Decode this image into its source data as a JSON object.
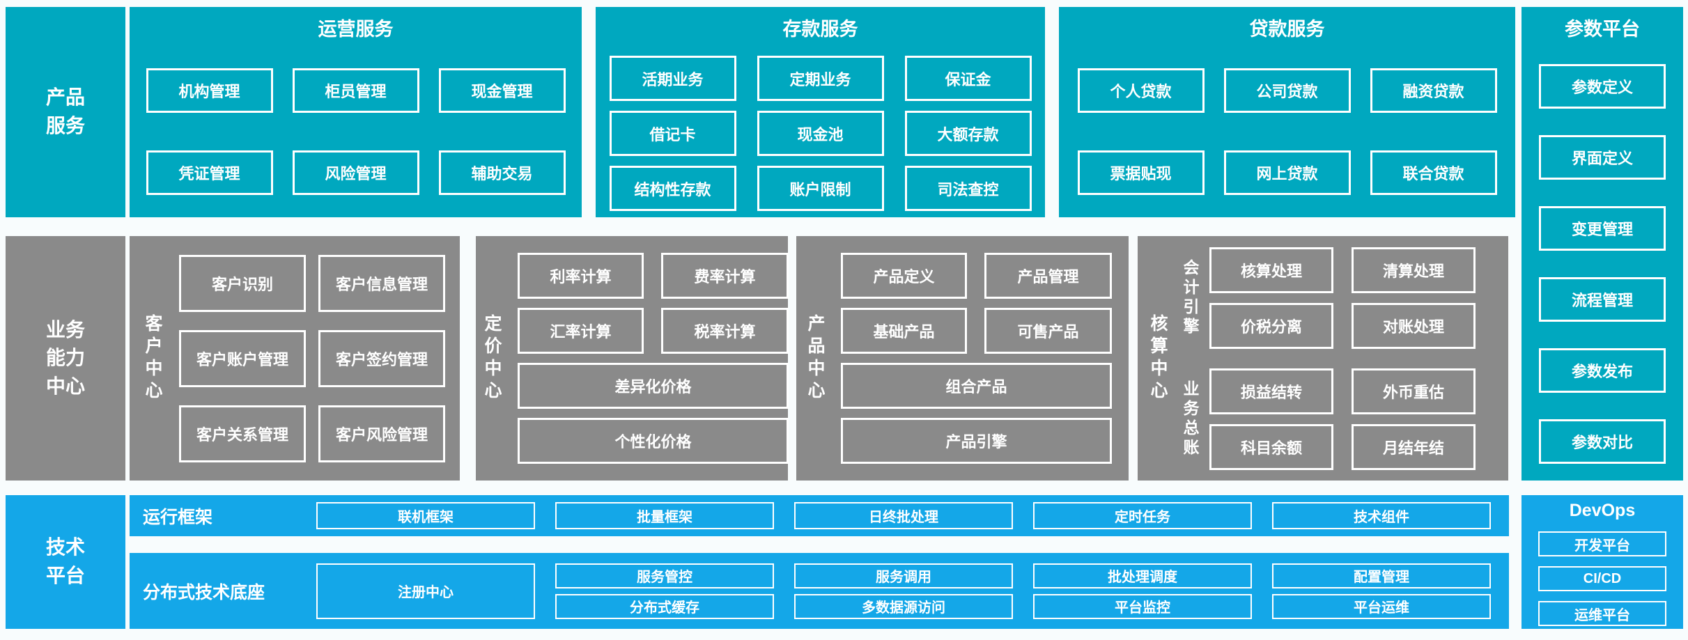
{
  "colors": {
    "teal": "#00a8bf",
    "gray": "#8a8a8a",
    "blue": "#14a7e8",
    "background": "#f8fcfd",
    "box_border": "#ffffff"
  },
  "left_rail": {
    "product_services": "产品\n服务",
    "business_capability": "业务\n能力\n中心",
    "tech_platform": "技术\n平台"
  },
  "top_row": {
    "operation": {
      "title": "运营服务",
      "boxes": [
        "机构管理",
        "柜员管理",
        "现金管理",
        "凭证管理",
        "风险管理",
        "辅助交易"
      ]
    },
    "deposit": {
      "title": "存款服务",
      "boxes": [
        "活期业务",
        "定期业务",
        "保证金",
        "借记卡",
        "现金池",
        "大额存款",
        "结构性存款",
        "账户限制",
        "司法查控"
      ]
    },
    "loan": {
      "title": "贷款服务",
      "boxes": [
        "个人贷款",
        "公司贷款",
        "融资贷款",
        "票据贴现",
        "网上贷款",
        "联合贷款"
      ]
    },
    "parameter": {
      "title": "参数平台",
      "boxes": [
        "参数定义",
        "界面定义",
        "变更管理",
        "流程管理",
        "参数发布",
        "参数对比"
      ]
    }
  },
  "middle_row": {
    "customer": {
      "label": "客户中心",
      "boxes": [
        "客户识别",
        "客户信息管理",
        "客户账户管理",
        "客户签约管理",
        "客户关系管理",
        "客户风险管理"
      ]
    },
    "pricing": {
      "label": "定价中心",
      "boxes": [
        "利率计算",
        "费率计算",
        "汇率计算",
        "税率计算"
      ],
      "wide_boxes": [
        "差异化价格",
        "个性化价格"
      ]
    },
    "product": {
      "label": "产品中心",
      "boxes": [
        "产品定义",
        "产品管理",
        "基础产品",
        "可售产品"
      ],
      "wide_boxes": [
        "组合产品",
        "产品引擎"
      ]
    },
    "accounting": {
      "label": "核算中心",
      "groups": [
        {
          "label": "会计引擎",
          "boxes": [
            "核算处理",
            "清算处理",
            "价税分离",
            "对账处理"
          ]
        },
        {
          "label": "业务总账",
          "boxes": [
            "损益结转",
            "外币重估",
            "科目余额",
            "月结年结"
          ]
        }
      ]
    }
  },
  "bottom_row": {
    "runtime": {
      "label": "运行框架",
      "boxes": [
        "联机框架",
        "批量框架",
        "日终批处理",
        "定时任务",
        "技术组件"
      ]
    },
    "distributed": {
      "label": "分布式技术底座",
      "tall_box": "注册中心",
      "columns": [
        [
          "服务管控",
          "分布式缓存"
        ],
        [
          "服务调用",
          "多数据源访问"
        ],
        [
          "批处理调度",
          "平台监控"
        ],
        [
          "配置管理",
          "平台运维"
        ]
      ]
    },
    "devops": {
      "title": "DevOps",
      "boxes": [
        "开发平台",
        "CI/CD",
        "运维平台"
      ]
    }
  }
}
